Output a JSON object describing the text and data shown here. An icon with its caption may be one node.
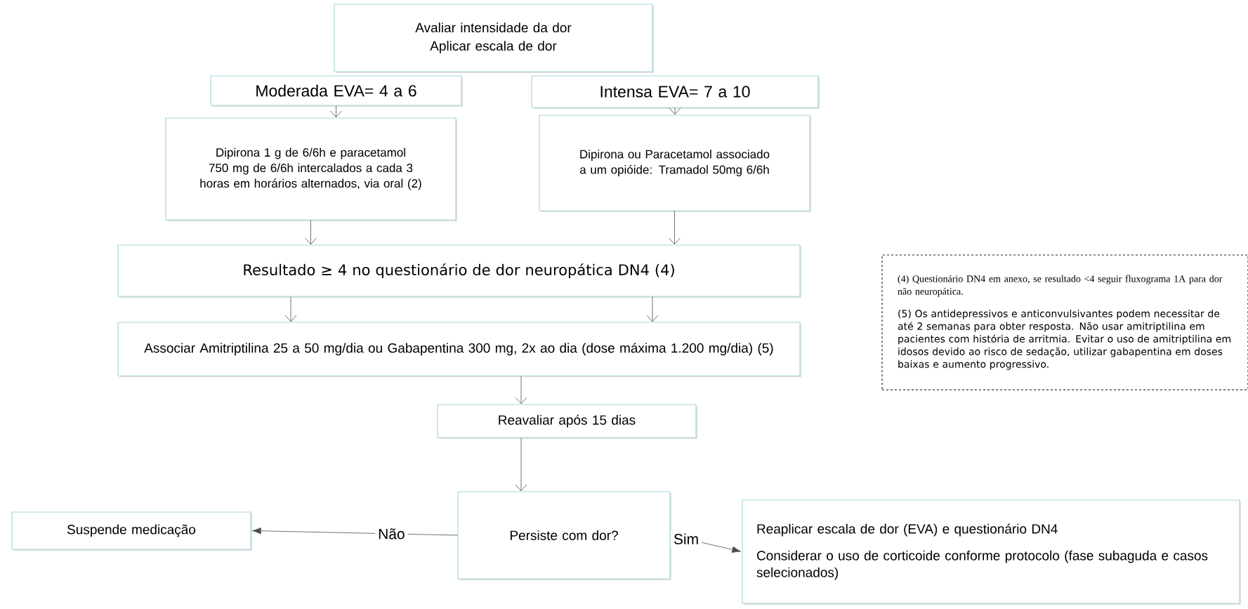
{
  "diagram": {
    "nodes": [
      {
        "text": [
          "Avaliar intensidade da dor",
          "Aplicar escala de dor"
        ]
      },
      {
        "text": [
          "Moderada EVA= 4 a 6"
        ]
      },
      {
        "text": [
          "Intensa EVA= 7 a 10"
        ]
      },
      {
        "text": [
          "Dipirona 1 g de 6/6h e paracetamol 750 mg de 6/6h intercalados a cada 3 horas em horários alternados, via oral (2)"
        ]
      },
      {
        "text": [
          "Dipirona ou Paracetamol associado a um opióide: Tramadol 50mg 6/6h"
        ]
      },
      {
        "text": [
          "Resultado ≥ 4 no questionário de dor neuropática DN4 (4)"
        ]
      },
      {
        "text": [
          "Associar Amitriptilina 25 a 50 mg/dia ou Gabapentina 300 mg, 2x ao dia (dose máxima 1.200 mg/dia) (5)"
        ]
      },
      {
        "text": [
          "Reavaliar após 15 dias"
        ]
      },
      {
        "text": [
          "Persiste com dor?"
        ]
      },
      {
        "text": [
          "Suspende medicação"
        ]
      },
      {
        "text": [
          "Reaplicar escala de dor (EVA) e questionário DN4",
          "Considerar o uso de corticoide conforme protocolo (fase subaguda e casos selecionados)"
        ]
      },
      {
        "text": [
          "(4) Questionário DN4 em anexo, se resultado <4 seguir fluxograma 1A para dor não neuropática.",
          "(5) Os antidepressivos e anticonvulsivantes podem necessitar de até 2 semanas para obter resposta. Não usar amitriptilina em pacientes com história de arritmia. Evitar o uso de amitriptilina em idosos devido ao risco de sedação, utilizar gabapentina em doses baixas e aumento progressivo."
        ]
      }
    ],
    "edges": [
      {
        "from": 1,
        "to": 3,
        "arrow": "to"
      },
      {
        "from": 2,
        "to": 4,
        "arrow": "to"
      },
      {
        "from": 3,
        "to": 5,
        "arrow": "to"
      },
      {
        "from": 4,
        "to": 5,
        "arrow": "to"
      },
      {
        "from": 5,
        "to": 6,
        "arrow": "to"
      },
      {
        "from": 5,
        "to": 6,
        "arrow": "to"
      },
      {
        "from": 6,
        "to": 7,
        "arrow": "to"
      },
      {
        "from": 7,
        "to": 8,
        "arrow": "to"
      },
      {
        "from": 8,
        "to": 9,
        "arrow": "to",
        "label": "Não"
      },
      {
        "from": 8,
        "to": 10,
        "arrow": "to",
        "label": "Sim"
      }
    ]
  }
}
